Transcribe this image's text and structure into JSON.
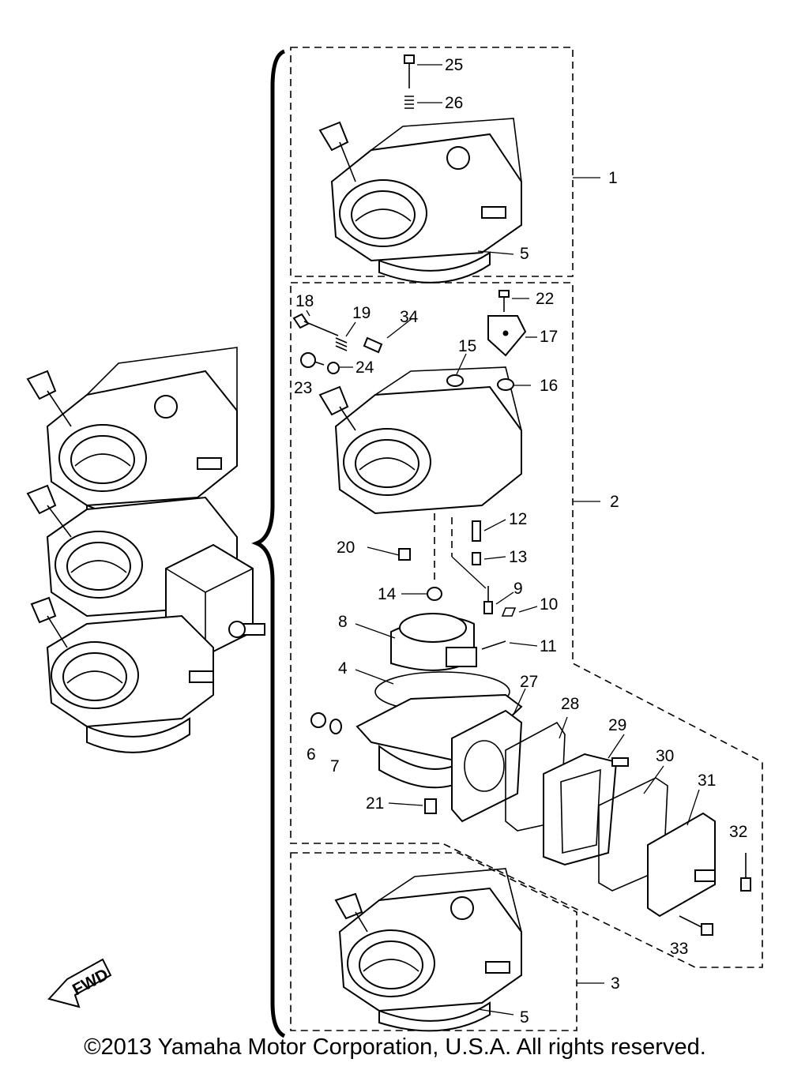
{
  "parts": [
    "1",
    "2",
    "3",
    "4",
    "5",
    "6",
    "7",
    "8",
    "9",
    "10",
    "11",
    "12",
    "13",
    "14",
    "15",
    "16",
    "17",
    "18",
    "19",
    "20",
    "21",
    "22",
    "23",
    "24",
    "25",
    "26",
    "27",
    "28",
    "29",
    "30",
    "31",
    "32",
    "33",
    "34"
  ],
  "part_label_duplicate_5": "5",
  "fwd_badge": "FWD",
  "copyright": "©2013 Yamaha Motor Corporation, U.S.A. All rights reserved.",
  "colors": {
    "ink": "#000000",
    "paper": "#ffffff"
  }
}
